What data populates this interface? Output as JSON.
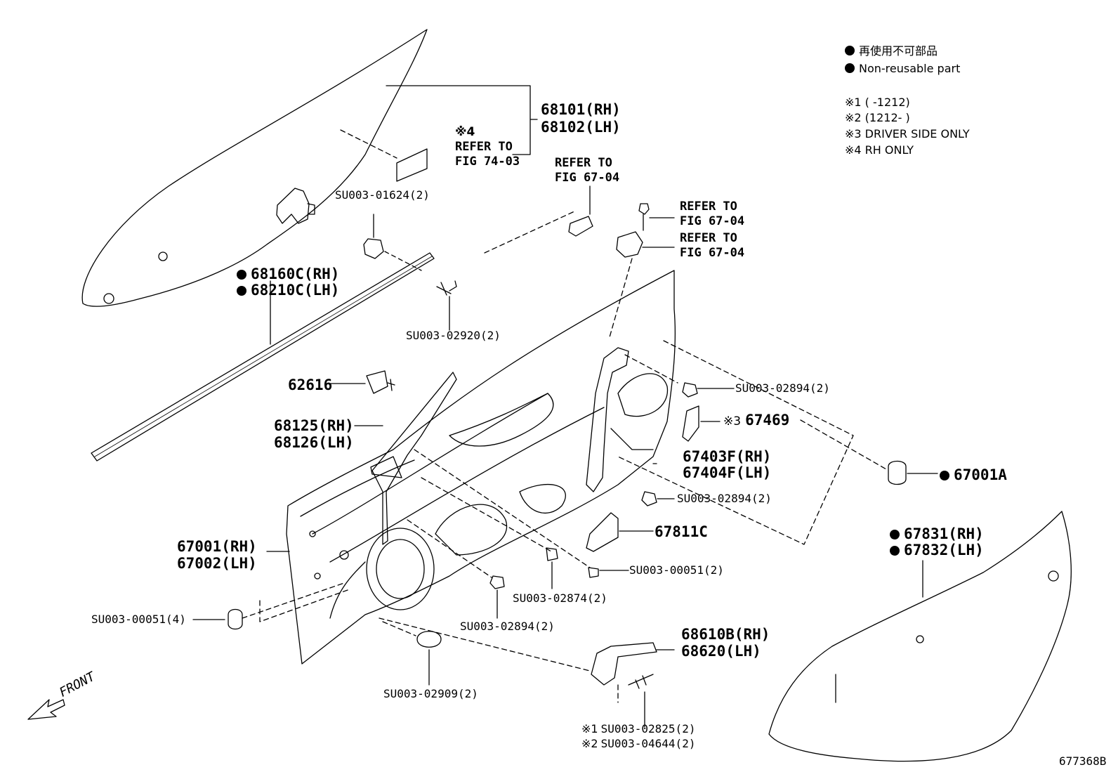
{
  "legend": {
    "non_reusable_jp": "再使用不可部品",
    "non_reusable_en": "Non-reusable part",
    "notes": [
      "※1 (      -1212)",
      "※2 (1212-      )",
      "※3 DRIVER SIDE ONLY",
      "※4 RH ONLY"
    ]
  },
  "labels": {
    "glass_rh": "68101(RH)",
    "glass_lh": "68102(LH)",
    "note4": "※4",
    "refer_to_1": "REFER TO",
    "fig_74_03": "FIG 74-03",
    "refer_to_2": "REFER TO",
    "fig_67_04_a": "FIG 67-04",
    "su_01624": "SU003-01624(2)",
    "refer_to_3": "REFER TO",
    "fig_67_04_b": "FIG 67-04",
    "refer_to_4": "REFER TO",
    "fig_67_04_c": "FIG 67-04",
    "weatherstrip_rh": "68160C(RH)",
    "weatherstrip_lh": "68210C(LH)",
    "su_02920": "SU003-02920(2)",
    "p62616": "62616",
    "su_02894_a": "SU003-02894(2)",
    "p67469": "67469",
    "note3": "※3",
    "run_rh": "68125(RH)",
    "run_lh": "68126(LH)",
    "regulator_rh": "67403F(RH)",
    "regulator_lh": "67404F(LH)",
    "p67001a": "67001A",
    "su_02894_b": "SU003-02894(2)",
    "p67811c": "67811C",
    "panel_rh": "67001(RH)",
    "panel_lh": "67002(LH)",
    "cover_rh": "67831(RH)",
    "cover_lh": "67832(LH)",
    "su_00051_b": "SU003-00051(2)",
    "su_02874": "SU003-02874(2)",
    "su_00051_a": "SU003-00051(4)",
    "su_02894_c": "SU003-02894(2)",
    "check_rh": "68610B(RH)",
    "check_lh": "68620(LH)",
    "front": "FRONT",
    "su_02909": "SU003-02909(2)",
    "note1": "※1",
    "su_02825": "SU003-02825(2)",
    "note2": "※2",
    "su_04644": "SU003-04644(2)",
    "fig_id": "677368B"
  }
}
